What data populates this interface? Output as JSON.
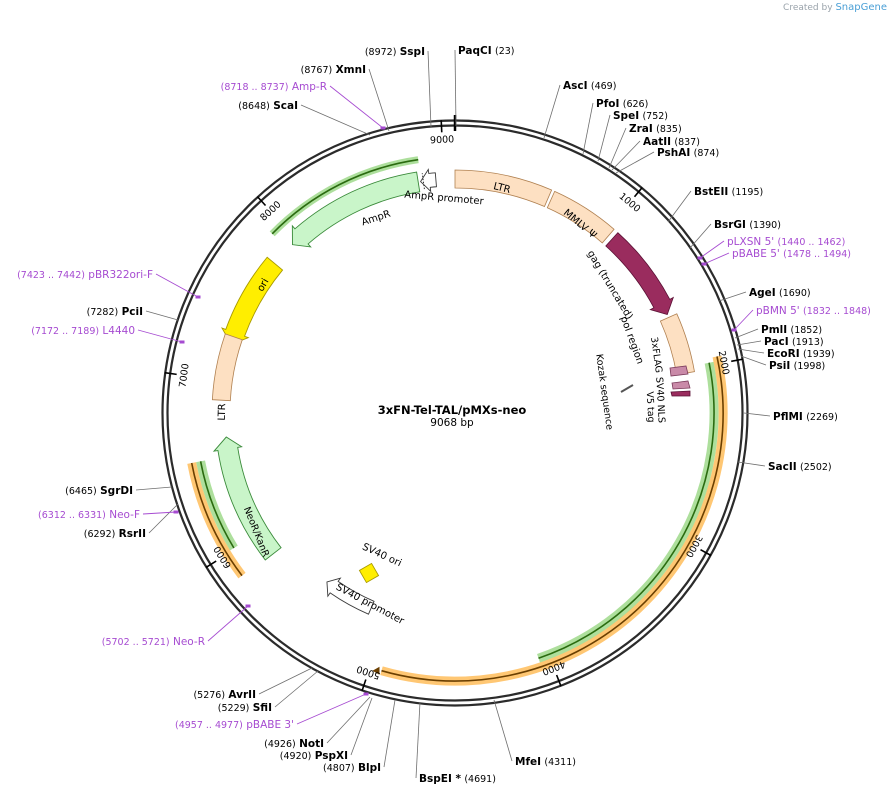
{
  "brand": {
    "created_by": "Created by",
    "app_name": "SnapGene"
  },
  "plasmid": {
    "name": "3xFN-Tel-TAL/pMXs-neo",
    "size_label": "9068 bp",
    "length": 9068
  },
  "ticks": [
    "1000",
    "2000",
    "3000",
    "4000",
    "5000",
    "6000",
    "7000",
    "8000",
    "9000"
  ],
  "colors": {
    "backbone": "#2b2b2b",
    "site_line": "#6e6e6e",
    "primer": "#a64bd1",
    "ltr": "#fde0c2",
    "amp": "#c9f5c9",
    "ori": "#ffee00",
    "gag": "#9a2c5e",
    "pol": "#fde0c2",
    "orange_band": "#ff9900",
    "green_band": "#5cbf3a",
    "sv40ori": "#ffee00",
    "promoter": "#ffffff",
    "tag": "#c98aa8",
    "dark_outline": "#3a3a3a"
  },
  "sites": [
    {
      "name": "PaqCI",
      "pos": "(23)"
    },
    {
      "name": "AscI",
      "pos": "(469)"
    },
    {
      "name": "PfoI",
      "pos": "(626)"
    },
    {
      "name": "SpeI",
      "pos": "(752)"
    },
    {
      "name": "ZraI",
      "pos": "(835)"
    },
    {
      "name": "AatII",
      "pos": "(837)"
    },
    {
      "name": "PshAI",
      "pos": "(874)"
    },
    {
      "name": "BstEII",
      "pos": "(1195)"
    },
    {
      "name": "BsrGI",
      "pos": "(1390)"
    },
    {
      "name": "AgeI",
      "pos": "(1690)"
    },
    {
      "name": "PmlI",
      "pos": "(1852)"
    },
    {
      "name": "PacI",
      "pos": "(1913)"
    },
    {
      "name": "EcoRI",
      "pos": "(1939)"
    },
    {
      "name": "PsiI",
      "pos": "(1998)"
    },
    {
      "name": "PflMI",
      "pos": "(2269)"
    },
    {
      "name": "SacII",
      "pos": "(2502)"
    },
    {
      "name": "MfeI",
      "pos": "(4311)"
    },
    {
      "name": "BspEI *",
      "pos": "(4691)"
    },
    {
      "name": "BlpI",
      "pos": "(4807)"
    },
    {
      "name": "PspXI",
      "pos": "(4920)"
    },
    {
      "name": "NotI",
      "pos": "(4926)"
    },
    {
      "name": "SfiI",
      "pos": "(5229)"
    },
    {
      "name": "AvrII",
      "pos": "(5276)"
    },
    {
      "name": "RsrII",
      "pos": "(6292)"
    },
    {
      "name": "SgrDI",
      "pos": "(6465)"
    },
    {
      "name": "PciI",
      "pos": "(7282)"
    },
    {
      "name": "ScaI",
      "pos": "(8648)"
    },
    {
      "name": "XmnI",
      "pos": "(8767)"
    },
    {
      "name": "SspI",
      "pos": "(8972)"
    }
  ],
  "primers": [
    {
      "name": "Amp-R",
      "range": "(8718 .. 8737)"
    },
    {
      "name": "pLXSN 5'",
      "range": "(1440 .. 1462)"
    },
    {
      "name": "pBABE 5'",
      "range": "(1478 .. 1494)"
    },
    {
      "name": "pBMN 5'",
      "range": "(1832 .. 1848)"
    },
    {
      "name": "pBR322ori-F",
      "range": "(7423 .. 7442)"
    },
    {
      "name": "L4440",
      "range": "(7172 .. 7189)"
    },
    {
      "name": "Neo-F",
      "range": "(6312 .. 6331)"
    },
    {
      "name": "Neo-R",
      "range": "(5702 .. 5721)"
    },
    {
      "name": "pBABE 3'",
      "range": "(4957 .. 4977)"
    }
  ],
  "features": {
    "ltr_top": "LTR",
    "mmlv": "MMLV Ψ",
    "gag": "gag (truncated)",
    "pol": "pol region",
    "flag": "3xFLAG",
    "sv40nls": "SV40 NLS",
    "v5": "V5 tag",
    "kozak": "Kozak sequence",
    "ampr": "AmpR",
    "ampr_promoter": "AmpR promoter",
    "ori": "ori",
    "ltr_left": "LTR",
    "neor": "NeoR/KanR",
    "sv40ori": "SV40 ori",
    "sv40promoter": "SV40 promoter"
  }
}
